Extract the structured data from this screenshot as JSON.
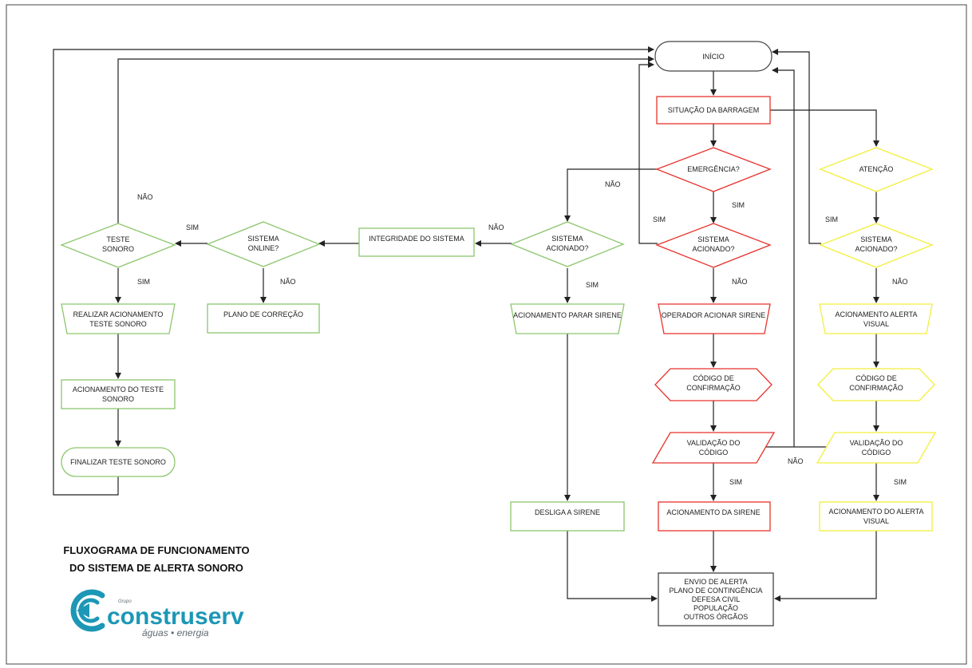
{
  "colors": {
    "red": "#e8322b",
    "green": "#8cc66d",
    "yellow": "#f2ef3c",
    "line": "#222222",
    "brand": "#1d97b6"
  },
  "nodes": {
    "inicio": "INÍCIO",
    "situacao": "SITUAÇÃO DA BARRAGEM",
    "emergencia": "EMERGÊNCIA?",
    "atencao": "ATENÇÃO",
    "sistema_acionado_l1": "SISTEMA",
    "sistema_acionado_l2": "ACIONADO?",
    "integridade": "INTEGRIDADE DO SISTEMA",
    "sistema_online_l1": "SISTEMA",
    "sistema_online_l2": "ONLINE?",
    "teste_sonoro_l1": "TESTE",
    "teste_sonoro_l2": "SONORO",
    "plano_correcao": "PLANO DE CORREÇÃO",
    "realizar_l1": "REALIZAR ACIONAMENTO",
    "realizar_l2": "TESTE SONORO",
    "acion_teste_l1": "ACIONAMENTO DO TESTE",
    "acion_teste_l2": "SONORO",
    "finalizar": "FINALIZAR TESTE SONORO",
    "parar_sirene": "ACIONAMENTO PARAR SIRENE",
    "desliga_sirene": "DESLIGA A SIRENE",
    "operador": "OPERADOR ACIONAR SIRENE",
    "codigo_l1": "CÓDIGO DE",
    "codigo_l2": "CONFIRMAÇÃO",
    "validacao_l1": "VALIDAÇÃO DO",
    "validacao_l2": "CÓDIGO",
    "acion_sirene": "ACIONAMENTO DA SIRENE",
    "alerta_visual_l1": "ACIONAMENTO ALERTA",
    "alerta_visual_l2": "VISUAL",
    "acion_alerta_l1": "ACIONAMENTO DO ALERTA",
    "acion_alerta_l2": "VISUAL",
    "envio_l1": "ENVIO DE ALERTA",
    "envio_l2": "PLANO DE CONTINGÊNCIA",
    "envio_l3": "DEFESA CIVIL",
    "envio_l4": "POPULAÇÃO",
    "envio_l5": "OUTROS ÓRGÃOS"
  },
  "edge_labels": {
    "sim": "SIM",
    "nao": "NÃO"
  },
  "title": {
    "line1": "FLUXOGRAMA DE FUNCIONAMENTO",
    "line2": "DO SISTEMA DE ALERTA SONORO"
  },
  "brand": {
    "grupo": "Grupo",
    "name": "construserv",
    "tagline": "águas • energia"
  }
}
